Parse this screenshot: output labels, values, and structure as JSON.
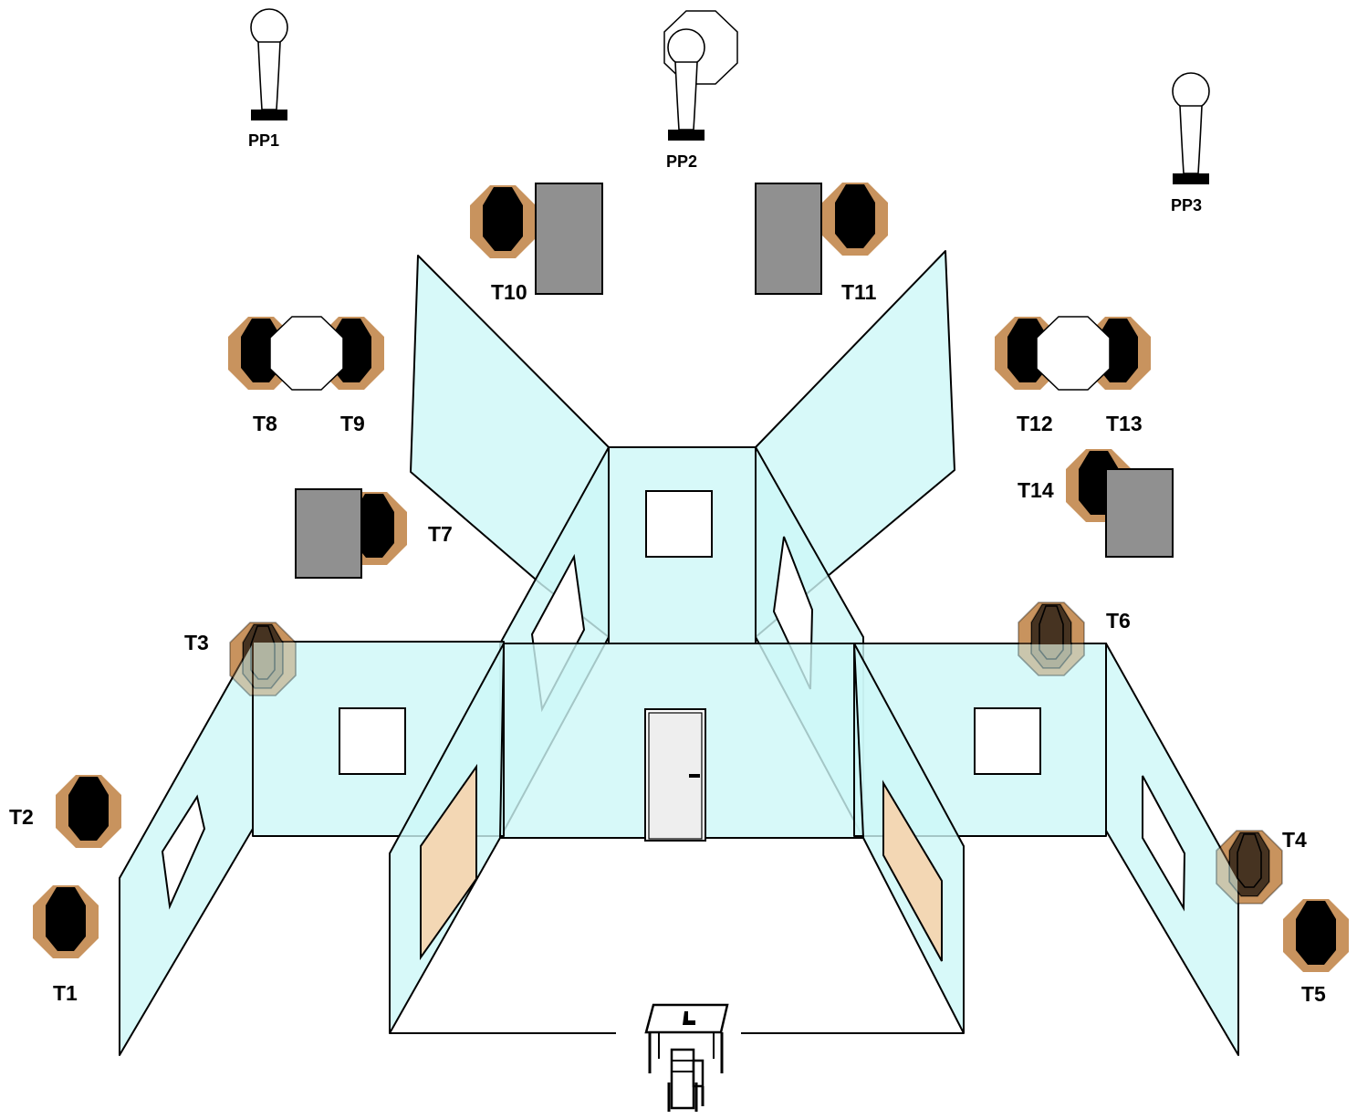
{
  "colors": {
    "target": "#c8935e",
    "wall": "#cdf7f7",
    "barrel": "#909090",
    "plate": "#f3d7b4",
    "door": "#eeeeee"
  },
  "targets": [
    {
      "id": "T1",
      "label": "T1"
    },
    {
      "id": "T2",
      "label": "T2"
    },
    {
      "id": "T3",
      "label": "T3"
    },
    {
      "id": "T4",
      "label": "T4"
    },
    {
      "id": "T5",
      "label": "T5"
    },
    {
      "id": "T6",
      "label": "T6"
    },
    {
      "id": "T7",
      "label": "T7"
    },
    {
      "id": "T8",
      "label": "T8"
    },
    {
      "id": "T9",
      "label": "T9"
    },
    {
      "id": "T10",
      "label": "T10"
    },
    {
      "id": "T11",
      "label": "T11"
    },
    {
      "id": "T12",
      "label": "T12"
    },
    {
      "id": "T13",
      "label": "T13"
    },
    {
      "id": "T14",
      "label": "T14"
    }
  ],
  "poppers": [
    {
      "id": "PP1",
      "label": "PP1"
    },
    {
      "id": "PP2",
      "label": "PP2"
    },
    {
      "id": "PP3",
      "label": "PP3"
    }
  ]
}
